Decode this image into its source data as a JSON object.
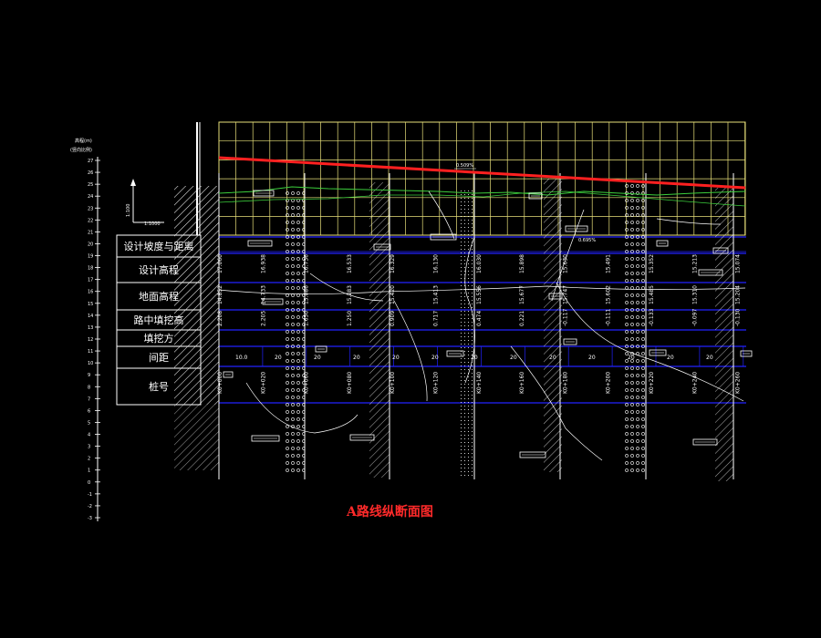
{
  "drawing_title": "A路线纵断面图",
  "scale_axis": {
    "heading": "高程(m)",
    "subheading": "(竖向比例)",
    "ticks": [
      "27",
      "26",
      "25",
      "24",
      "23",
      "22",
      "21",
      "20",
      "19",
      "18",
      "17",
      "16",
      "15",
      "14",
      "13",
      "12",
      "11",
      "10",
      "9",
      "8",
      "7",
      "6",
      "5",
      "4",
      "3",
      "2",
      "1",
      "0",
      "-1",
      "-2",
      "-3"
    ]
  },
  "scale_labels": {
    "vertical": "1:100",
    "horizontal": "1:1000"
  },
  "row_labels": [
    "设计坡度与距离",
    "设计高程",
    "地面高程",
    "路中填挖高",
    "填挖方",
    "间距",
    "桩号"
  ],
  "grade_labels": [
    "0.509%",
    "0.695%"
  ],
  "stations": [
    {
      "design": "17.060",
      "ground": "14.852",
      "fill": "2.208",
      "pile": "K0+000"
    },
    {
      "design": "16.938",
      "ground": "14.733",
      "fill": "2.205",
      "pile": "K0+020"
    },
    {
      "design": "16.736",
      "ground": "15.086",
      "fill": "1.650",
      "pile": "K0+060"
    },
    {
      "design": "16.533",
      "ground": "15.283",
      "fill": "1.250",
      "pile": "K0+080"
    },
    {
      "design": "16.329",
      "ground": "15.420",
      "fill": "0.909",
      "pile": "K0+100"
    },
    {
      "design": "16.130",
      "ground": "15.413",
      "fill": "0.717",
      "pile": "K0+120"
    },
    {
      "design": "16.030",
      "ground": "15.556",
      "fill": "0.474",
      "pile": "K0+140"
    },
    {
      "design": "15.898",
      "ground": "15.677",
      "fill": "0.221",
      "pile": "K0+160"
    },
    {
      "design": "15.630",
      "ground": "15.747",
      "fill": "-0.117",
      "pile": "K0+180"
    },
    {
      "design": "15.491",
      "ground": "15.602",
      "fill": "-0.111",
      "pile": "K0+200"
    },
    {
      "design": "15.352",
      "ground": "15.485",
      "fill": "-0.133",
      "pile": "K0+220"
    },
    {
      "design": "15.213",
      "ground": "15.310",
      "fill": "-0.097",
      "pile": "K0+240"
    },
    {
      "design": "15.074",
      "ground": "15.204",
      "fill": "-0.130",
      "pile": "K0+260"
    }
  ],
  "spacing": [
    "10.0",
    "20",
    "20",
    "20",
    "20",
    "20",
    "20",
    "20",
    "20",
    "20",
    "20",
    "20",
    "20"
  ],
  "colors": {
    "grid": "#e8e07a",
    "design_line": "#ff2020",
    "ground_line": "#3ccf3c",
    "band": "#2222ff",
    "title": "#ff2a2a"
  }
}
